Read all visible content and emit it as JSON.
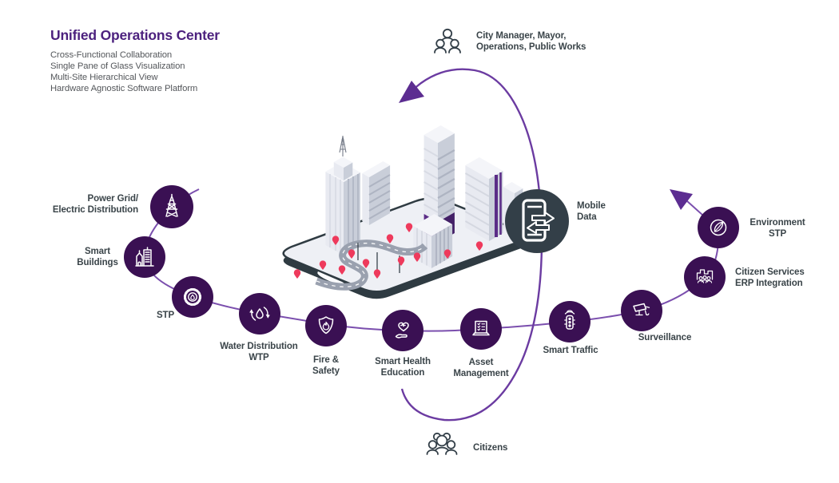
{
  "header": {
    "title": "Unified Operations Center",
    "subtitle_lines": [
      "Cross-Functional Collaboration",
      "Single Pane of Glass Visualization",
      "Multi-Site Hierarchical View",
      "Hardware Agnostic Software Platform"
    ]
  },
  "actors": {
    "top": {
      "label": "City Manager, Mayor,\nOperations, Public Works",
      "icon": "city-leaders-group-icon"
    },
    "bottom": {
      "label": "Citizens",
      "icon": "citizens-group-icon"
    }
  },
  "hub": {
    "label": "Mobile\nData",
    "icon": "mobile-data-icon"
  },
  "nodes": [
    {
      "id": "power-grid",
      "label": "Power Grid/\nElectric Distribution",
      "icon": "transmission-tower-icon"
    },
    {
      "id": "smart-buildings",
      "label": "Smart\nBuildings",
      "icon": "buildings-icon"
    },
    {
      "id": "stp",
      "label": "STP",
      "icon": "turbine-drop-icon"
    },
    {
      "id": "water-distribution",
      "label": "Water Distribution\nWTP",
      "icon": "water-cycle-icon"
    },
    {
      "id": "fire-safety",
      "label": "Fire &\nSafety",
      "icon": "fire-shield-icon"
    },
    {
      "id": "smart-health",
      "label": "Smart Health\nEducation",
      "icon": "heart-in-hand-icon"
    },
    {
      "id": "asset-management",
      "label": "Asset\nManagement",
      "icon": "laptop-checklist-icon"
    },
    {
      "id": "smart-traffic",
      "label": "Smart Traffic",
      "icon": "traffic-light-icon"
    },
    {
      "id": "surveillance",
      "label": "Surveillance",
      "icon": "cctv-camera-icon"
    },
    {
      "id": "citizen-services",
      "label": "Citizen Services\nERP Integration",
      "icon": "citizens-city-icon"
    },
    {
      "id": "environment",
      "label": "Environment\nSTP",
      "icon": "leaf-circle-icon"
    }
  ],
  "colors": {
    "node_circle": "#3a1053",
    "hub_circle": "#333f48",
    "chain_curve": "#7b4fae",
    "loop_curve": "#6b3ba1",
    "arrow": "#5c2d91",
    "title": "#4c217e",
    "label_text": "#3a4449",
    "building_accent": "#5b2c87",
    "pin": "#ee3a5c"
  }
}
